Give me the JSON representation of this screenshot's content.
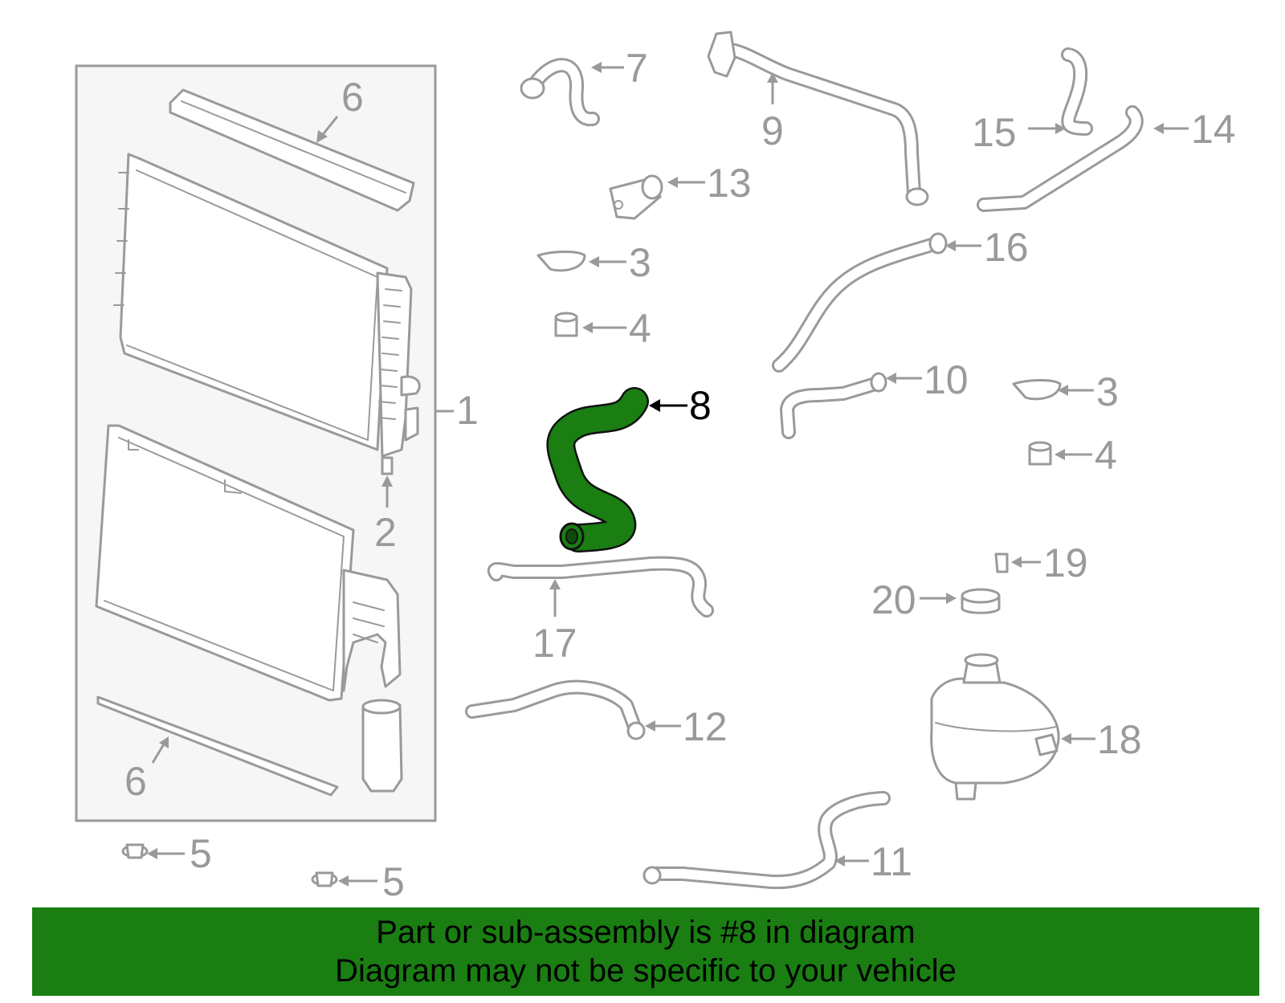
{
  "colors": {
    "highlight_part": "#1a7e13",
    "banner_background": "#1a7e13",
    "part_outline": "#9a9a9a",
    "callout_text": "#9a9a9a",
    "highlight_callout": "#000000"
  },
  "highlighted_callout": "8",
  "callouts": {
    "c1": "1",
    "c2": "2",
    "c3a": "3",
    "c3b": "3",
    "c4a": "4",
    "c4b": "4",
    "c5a": "5",
    "c5b": "5",
    "c6a": "6",
    "c6b": "6",
    "c7": "7",
    "c8": "8",
    "c9": "9",
    "c10": "10",
    "c11": "11",
    "c12": "12",
    "c13": "13",
    "c14": "14",
    "c15": "15",
    "c16": "16",
    "c17": "17",
    "c18": "18",
    "c19": "19",
    "c20": "20"
  },
  "banner": {
    "line1": "Part or sub-assembly is #8 in diagram",
    "line2": "Diagram may not be specific to your vehicle"
  }
}
